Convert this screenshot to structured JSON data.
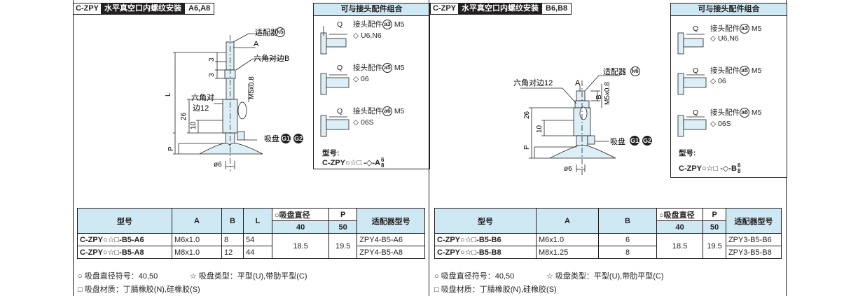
{
  "panels": [
    {
      "code": "C-ZPY",
      "title": "水平真空口内螺纹安装",
      "variant": "A6,A8",
      "combo_title": "可与接头配件组合",
      "fittings": [
        {
          "q": "Q",
          "label": "接头配件",
          "badge": "a3",
          "thread": "M5",
          "diamond": "U6,N6"
        },
        {
          "q": "Q",
          "label": "接头配件",
          "badge": "a5",
          "thread": "M5",
          "diamond": "06"
        },
        {
          "q": "Q",
          "label": "接头配件",
          "badge": "a6",
          "thread": "M5",
          "diamond": "06S"
        }
      ],
      "model_label": "型号:",
      "model_code": "C-ZPY○☆□ -◇-A",
      "model_sup": "6",
      "model_sub": "8",
      "drawing": {
        "adapter_label": "适配器",
        "adapter_badge": "k5",
        "a": "A",
        "hex_b": "六角对边B",
        "hex12_line1": "六角对",
        "hex12_line2": "边12",
        "thread": "M5x0.8",
        "cup_label": "吸盘",
        "cup_badges": [
          "G1",
          "G2"
        ],
        "dims": {
          "d3a": "3",
          "d3b": "3",
          "l": "L",
          "d26": "26",
          "d10": "10",
          "p": "P",
          "dia6": "ø6"
        }
      },
      "table": {
        "headers": {
          "model": "型号",
          "a": "A",
          "b": "B",
          "l": "L",
          "cup_dia": "○吸盘直径",
          "p": "P",
          "p40": "40",
          "p50": "50",
          "adapter": "适配器型号"
        },
        "rows": [
          {
            "model": "C-ZPY○☆□-B5-A6",
            "a": "M6x1.0",
            "b": "8",
            "l": "54",
            "adapter": "ZPY4-B5-A6"
          },
          {
            "model": "C-ZPY○☆□-B5-A8",
            "a": "M8x1.0",
            "b": "12",
            "l": "44",
            "adapter": "ZPY4-B5-A8"
          }
        ],
        "p40_value": "18.5",
        "p50_value": "19.5"
      },
      "notes": {
        "dia_sym": "○ 吸盘直径符号：40,50",
        "type": "☆ 吸盘类型：平型(U),带肋平型(C)",
        "material": "□ 吸盘材质：丁腈橡胶(N),硅橡胶(S)"
      }
    },
    {
      "code": "C-ZPY",
      "title": "水平真空口内螺纹安装",
      "variant": "B6,B8",
      "combo_title": "可与接头配件组合",
      "fittings": [
        {
          "q": "Q",
          "label": "接头配件",
          "badge": "a3",
          "thread": "M5",
          "diamond": "U6,N6"
        },
        {
          "q": "Q",
          "label": "接头配件",
          "badge": "a5",
          "thread": "M5",
          "diamond": "06"
        },
        {
          "q": "Q",
          "label": "接头配件",
          "badge": "a6",
          "thread": "M5",
          "diamond": "06S"
        }
      ],
      "model_label": "型号:",
      "model_code": "C-ZPY○☆□ -◇-B",
      "model_sup": "6",
      "model_sub": "8",
      "drawing": {
        "adapter_label": "适配器",
        "adapter_badge": "k6",
        "a": "A",
        "hex_b": "B",
        "hex12": "六角对边12",
        "thread": "M5x0.8",
        "cup_label": "吸盘",
        "cup_badges": [
          "G1",
          "G2"
        ],
        "dims": {
          "d26": "26",
          "d10": "10",
          "p": "P",
          "dia6": "ø6"
        }
      },
      "table": {
        "headers": {
          "model": "型号",
          "a": "A",
          "b": "B",
          "cup_dia": "○吸盘直径",
          "p": "P",
          "p40": "40",
          "p50": "50",
          "adapter": "适配器型号"
        },
        "rows": [
          {
            "model": "C-ZPY○☆□-B5-B6",
            "a": "M6x1.0",
            "b": "6",
            "adapter": "ZPY3-B5-B6"
          },
          {
            "model": "C-ZPY○☆□-B5-B8",
            "a": "M8x1.25",
            "b": "8",
            "adapter": "ZPY3-B5-B8"
          }
        ],
        "p40_value": "18.5",
        "p50_value": "19.5"
      },
      "notes": {
        "dia_sym": "○ 吸盘直径符号：40,50",
        "type": "☆ 吸盘类型：平型(U),带肋平型(C)",
        "material": "□ 吸盘材质：丁腈橡胶(N),硅橡胶(S)"
      }
    }
  ],
  "colors": {
    "header_bg": "#cfe9f4",
    "ink": "#231f20",
    "part_fill": "#dceef6"
  }
}
